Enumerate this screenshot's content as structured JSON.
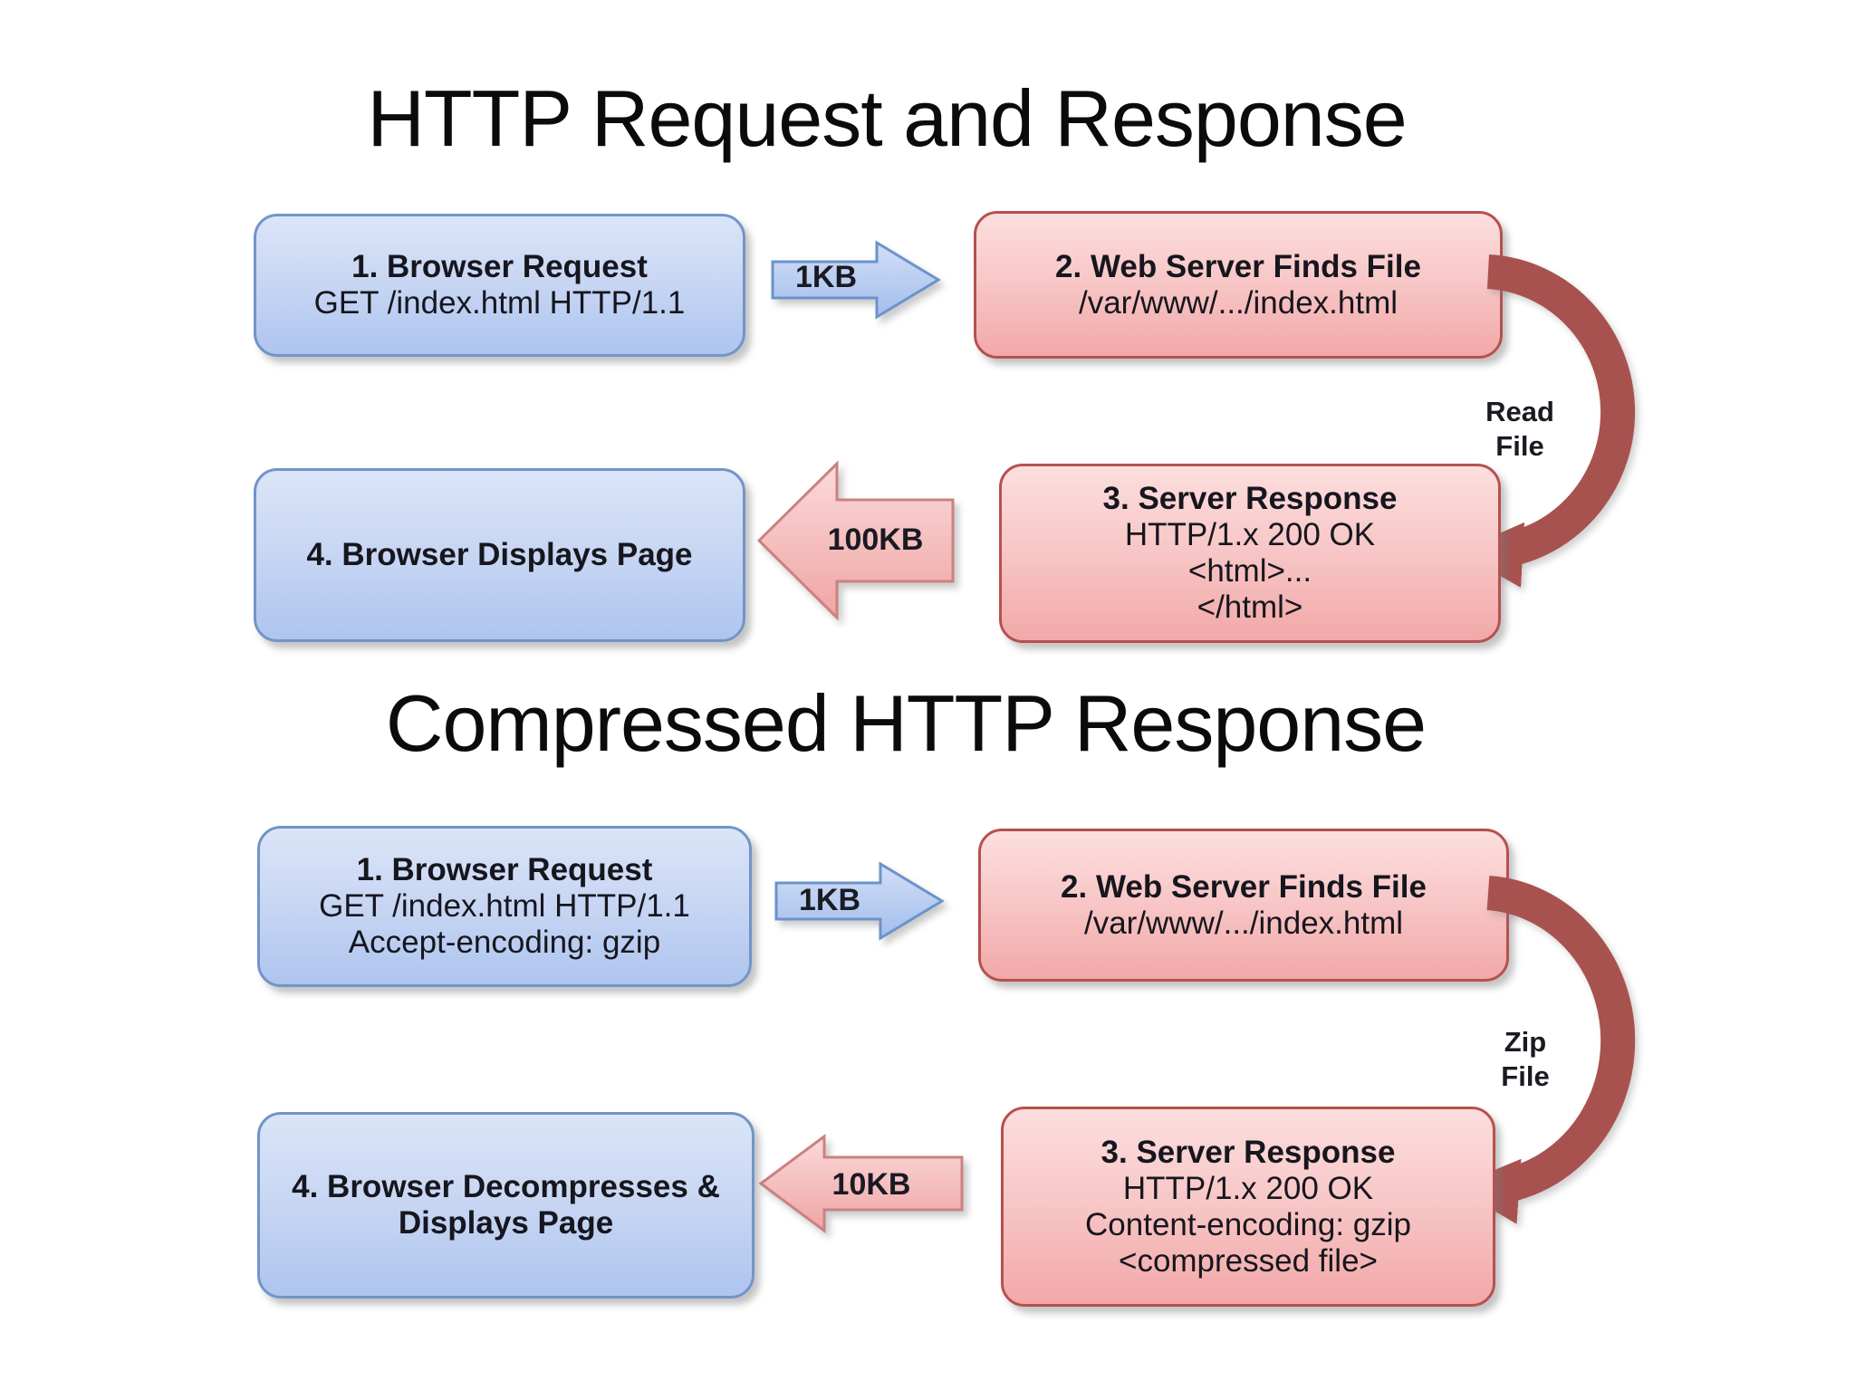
{
  "colors": {
    "background": "#ffffff",
    "blue_box_fill_top": "#dbe5f8",
    "blue_box_fill_bottom": "#aec5ef",
    "blue_box_border": "#7294c8",
    "pink_box_fill_top": "#fcdede",
    "pink_box_fill_bottom": "#f2a8a8",
    "pink_box_border": "#b5514e",
    "curved_arrow": "#a85250",
    "text": "#16161e",
    "title_text": "#0b0b0b"
  },
  "section1": {
    "title": "HTTP Request and Response",
    "box1": {
      "line1": "1. Browser Request",
      "line2": "GET /index.html HTTP/1.1"
    },
    "arrow_request": {
      "label": "1KB"
    },
    "box2": {
      "line1": "2. Web Server Finds File",
      "line2": "/var/www/.../index.html"
    },
    "read_file": {
      "line1": "Read",
      "line2": "File"
    },
    "box3": {
      "line1": "3. Server Response",
      "line2": "HTTP/1.x 200 OK",
      "line3": "<html>...",
      "line4": "</html>"
    },
    "arrow_response": {
      "label": "100KB"
    },
    "box4": {
      "line1": "4. Browser Displays Page"
    }
  },
  "section2": {
    "title": "Compressed HTTP Response",
    "box1": {
      "line1": "1. Browser Request",
      "line2": "GET /index.html HTTP/1.1",
      "line3": "Accept-encoding: gzip"
    },
    "arrow_request": {
      "label": "1KB"
    },
    "box2": {
      "line1": "2. Web Server Finds File",
      "line2": "/var/www/.../index.html"
    },
    "zip_file": {
      "line1": "Zip",
      "line2": "File"
    },
    "box3": {
      "line1": "3. Server Response",
      "line2": "HTTP/1.x 200 OK",
      "line3": "Content-encoding: gzip",
      "line4": "<compressed file>"
    },
    "arrow_response": {
      "label": "10KB"
    },
    "box4": {
      "line1": "4. Browser Decompresses &",
      "line2": "Displays Page"
    }
  }
}
